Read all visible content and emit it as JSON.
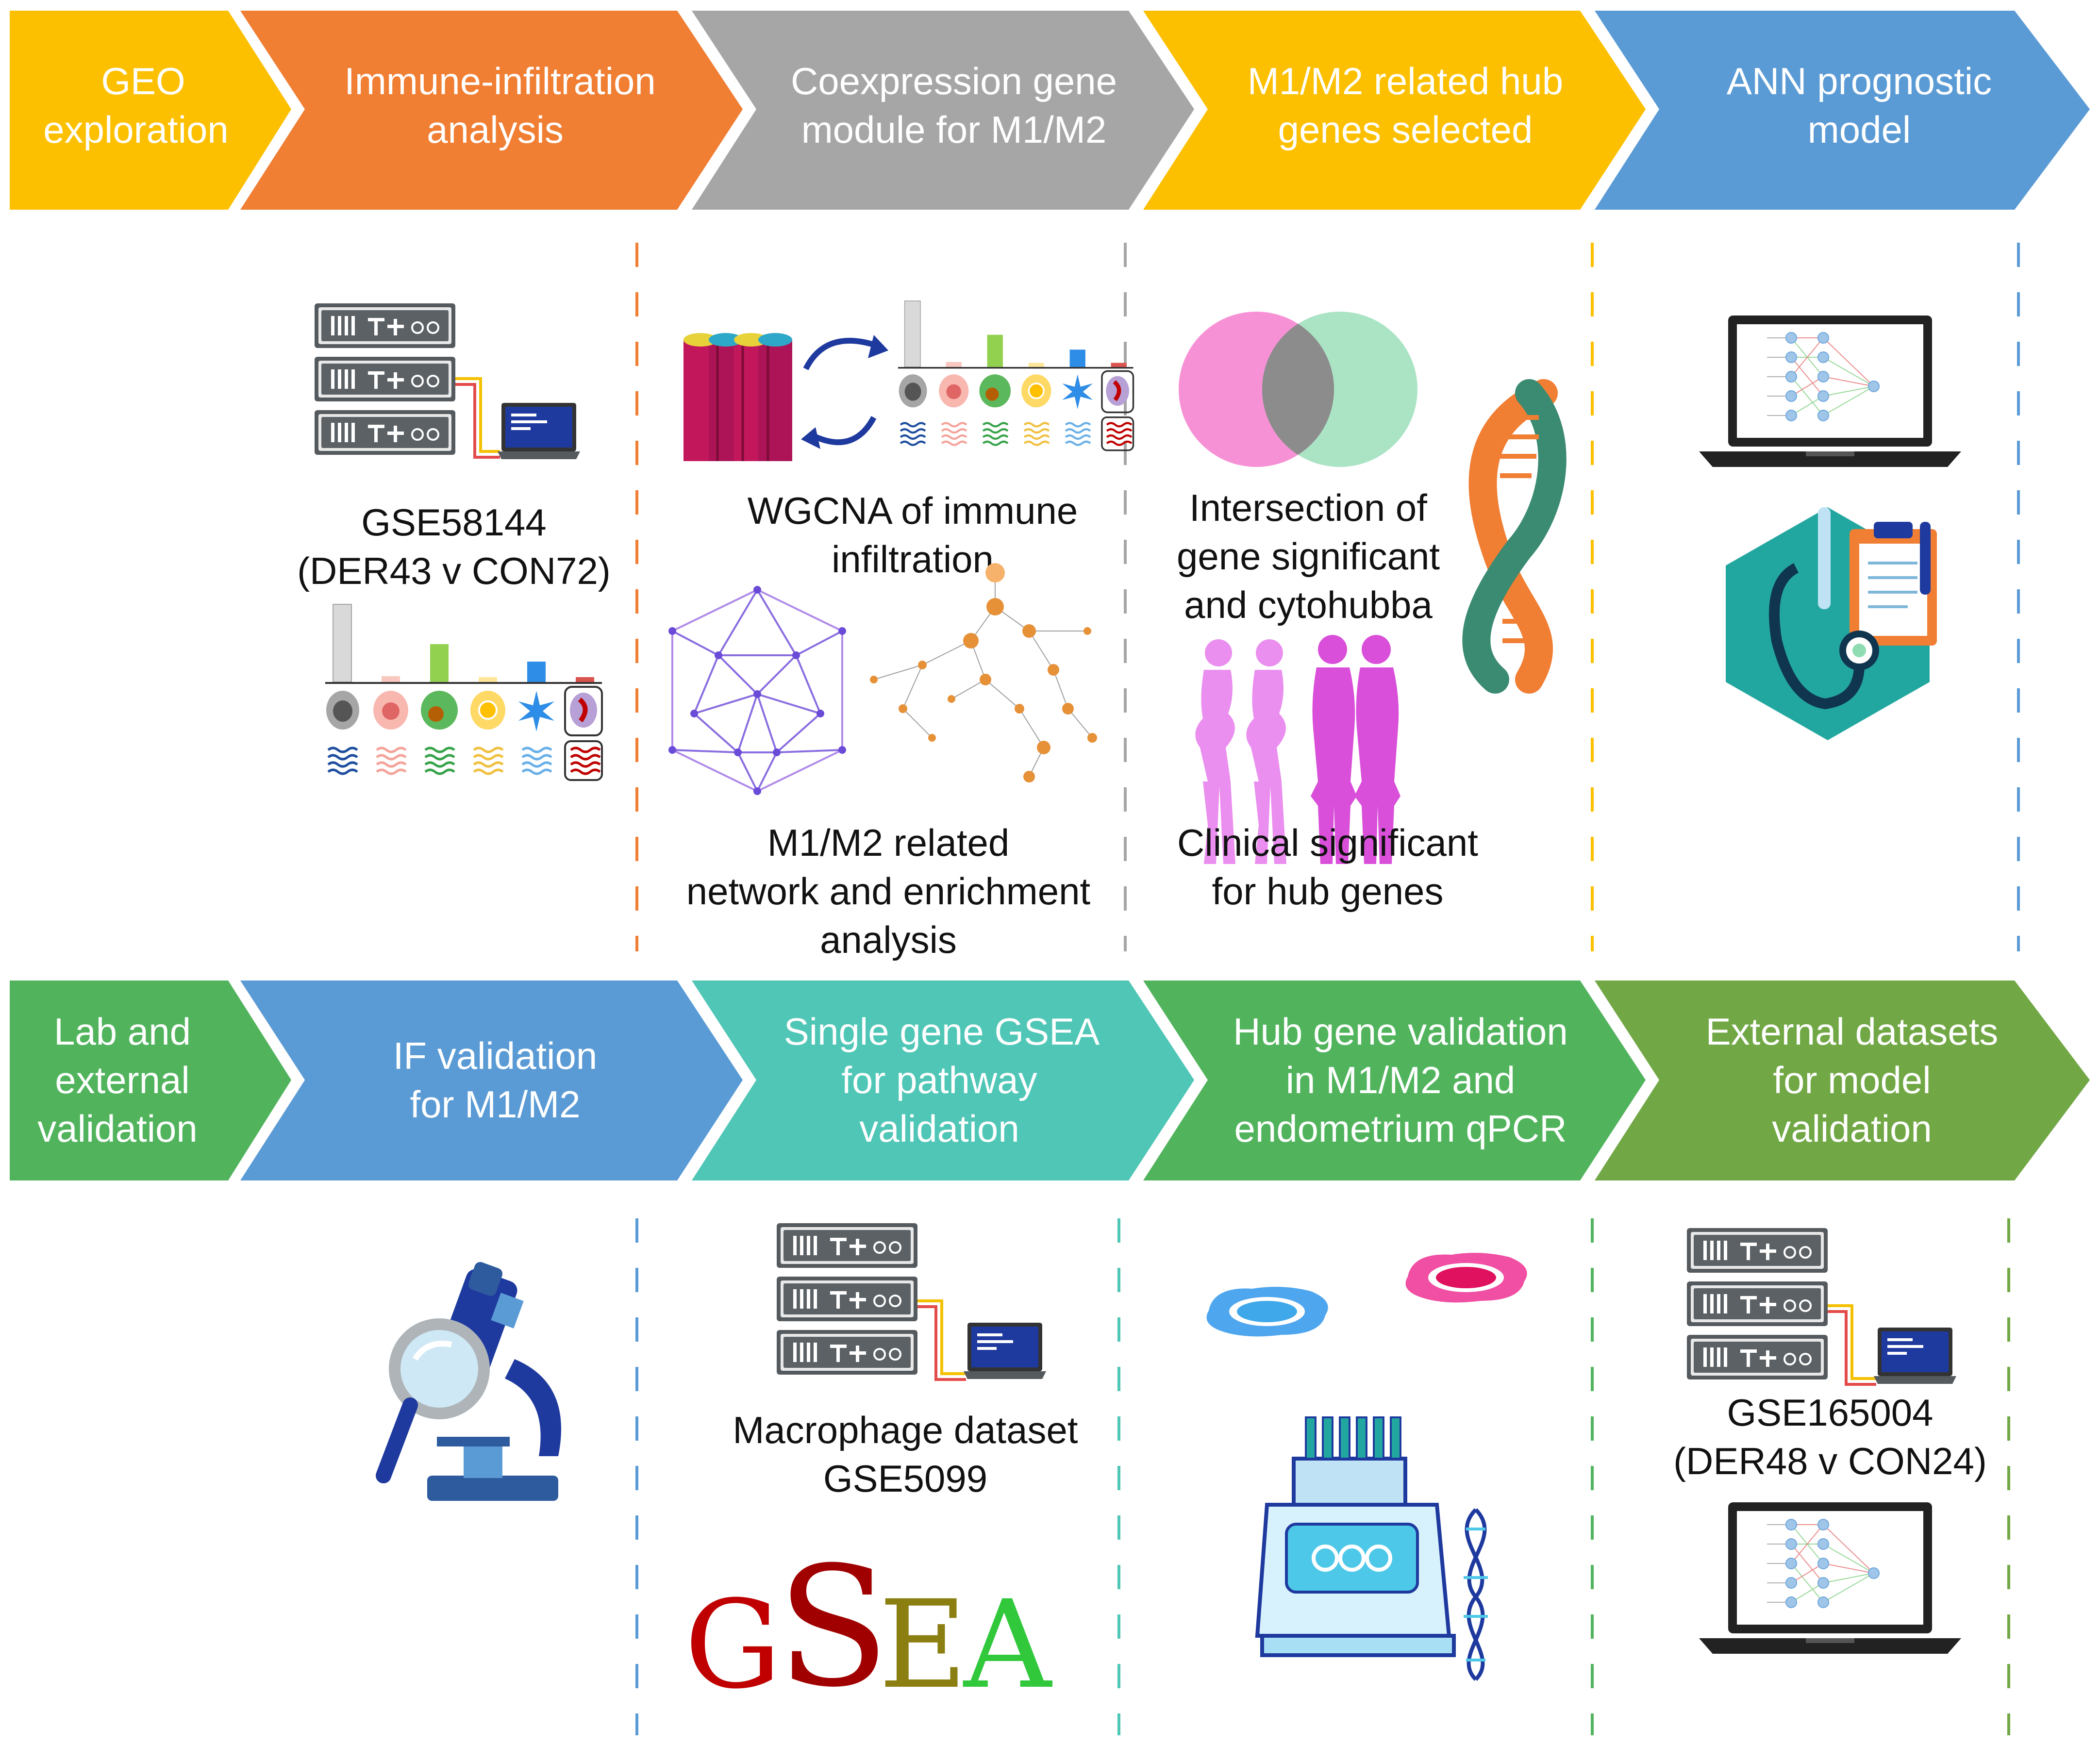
{
  "colors": {
    "yellow": "#fcc000",
    "orange": "#f07e33",
    "gray": "#a6a6a6",
    "blue": "#5b9bd5",
    "green": "#51b45d",
    "teal": "#4fc6b6",
    "olive_green": "#71a845",
    "pink": "#f46cc7",
    "mint": "#8fdbb2",
    "server_dark": "#555a5e",
    "laptop_screen": "#1f3a9e",
    "gsea_red": "#c00000",
    "gsea_olive": "#8b7f12",
    "gsea_green": "#31c83c"
  },
  "top_row": [
    {
      "line1": "GEO",
      "line2": "exploration"
    },
    {
      "line1": "Immune-infiltration",
      "line2": "analysis"
    },
    {
      "line1": "Coexpression gene",
      "line2": "module for M1/M2"
    },
    {
      "line1": "M1/M2 related hub",
      "line2": "genes selected"
    },
    {
      "line1": "ANN prognostic",
      "line2": "model"
    }
  ],
  "bottom_row": [
    {
      "line1": "Lab and",
      "line2": "external",
      "line3": "validation"
    },
    {
      "line1": "IF validation",
      "line2": "for M1/M2"
    },
    {
      "line1": "Single gene GSEA",
      "line2": "for pathway",
      "line3": "validation"
    },
    {
      "line1": "Hub gene validation",
      "line2": "in M1/M2 and",
      "line3": "endometrium qPCR"
    },
    {
      "line1": "External datasets",
      "line2": "for model",
      "line3": "validation"
    }
  ],
  "captions": {
    "geo_line1": "GSE58144",
    "geo_line2": "(DER43 v CON72)",
    "wgcna_line1": "WGCNA of immune",
    "wgcna_line2": "infiltration",
    "network_line1": "M1/M2 related",
    "network_line2": "network and enrichment",
    "network_line3": "analysis",
    "intersection_line1": "Intersection of",
    "intersection_line2": "gene significant",
    "intersection_line3": "and cytohubba",
    "clinical_line1": "Clinical significant",
    "clinical_line2": "for hub genes",
    "macrophage_line1": "Macrophage dataset",
    "macrophage_line2": "GSE5099",
    "external_line1": "GSE165004",
    "external_line2": "(DER48 v CON24)"
  },
  "gsea_logo": [
    "G",
    "S",
    "E",
    "A"
  ],
  "icons": {
    "geo_server": "server-rack-icon",
    "geo_laptop": "laptop-icon",
    "immune_bars": "immune-cell-bar-chart-icon",
    "cylinders": "cylinder-bundle-icon",
    "cycle": "cycle-arrows-icon",
    "network": "hexagon-network-icon",
    "enrichment": "enrichment-network-icon",
    "venn": "venn-diagram-icon",
    "dna": "dna-helix-icon",
    "women": "pregnant-women-icon",
    "ann_laptop": "neural-network-laptop-icon",
    "medical": "stethoscope-clipboard-icon",
    "microscope": "microscope-icon",
    "cells": "macrophage-cells-icon",
    "pcr": "pcr-machine-icon"
  }
}
